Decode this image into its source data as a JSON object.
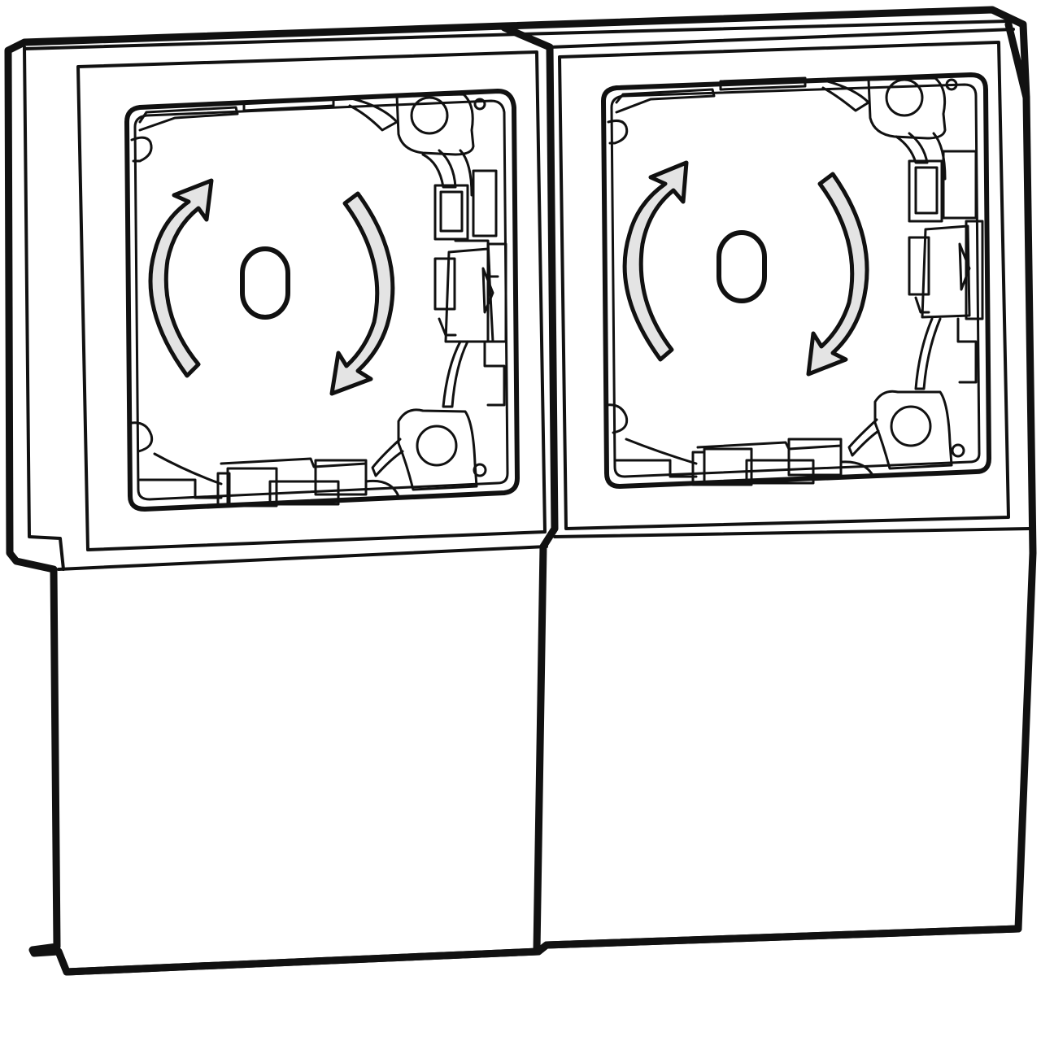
{
  "illustration": {
    "subject": "double-surface-mounted-box",
    "colors": {
      "body_fill": "#e4e4e4",
      "frame_fill": "#e4e4e4",
      "outline": "#111111",
      "background": "#ffffff"
    },
    "modules": [
      {
        "id": "left-module",
        "rotation_arrows": [
          "clockwise-arrow-upper",
          "clockwise-arrow-lower"
        ]
      },
      {
        "id": "right-module",
        "rotation_arrows": [
          "clockwise-arrow-upper",
          "clockwise-arrow-lower"
        ]
      }
    ],
    "icons": {
      "rotate_icon": "rotation-arrow-icon",
      "mount_hole": "mounting-slot-icon",
      "screw_hole": "screw-hole-icon"
    }
  }
}
